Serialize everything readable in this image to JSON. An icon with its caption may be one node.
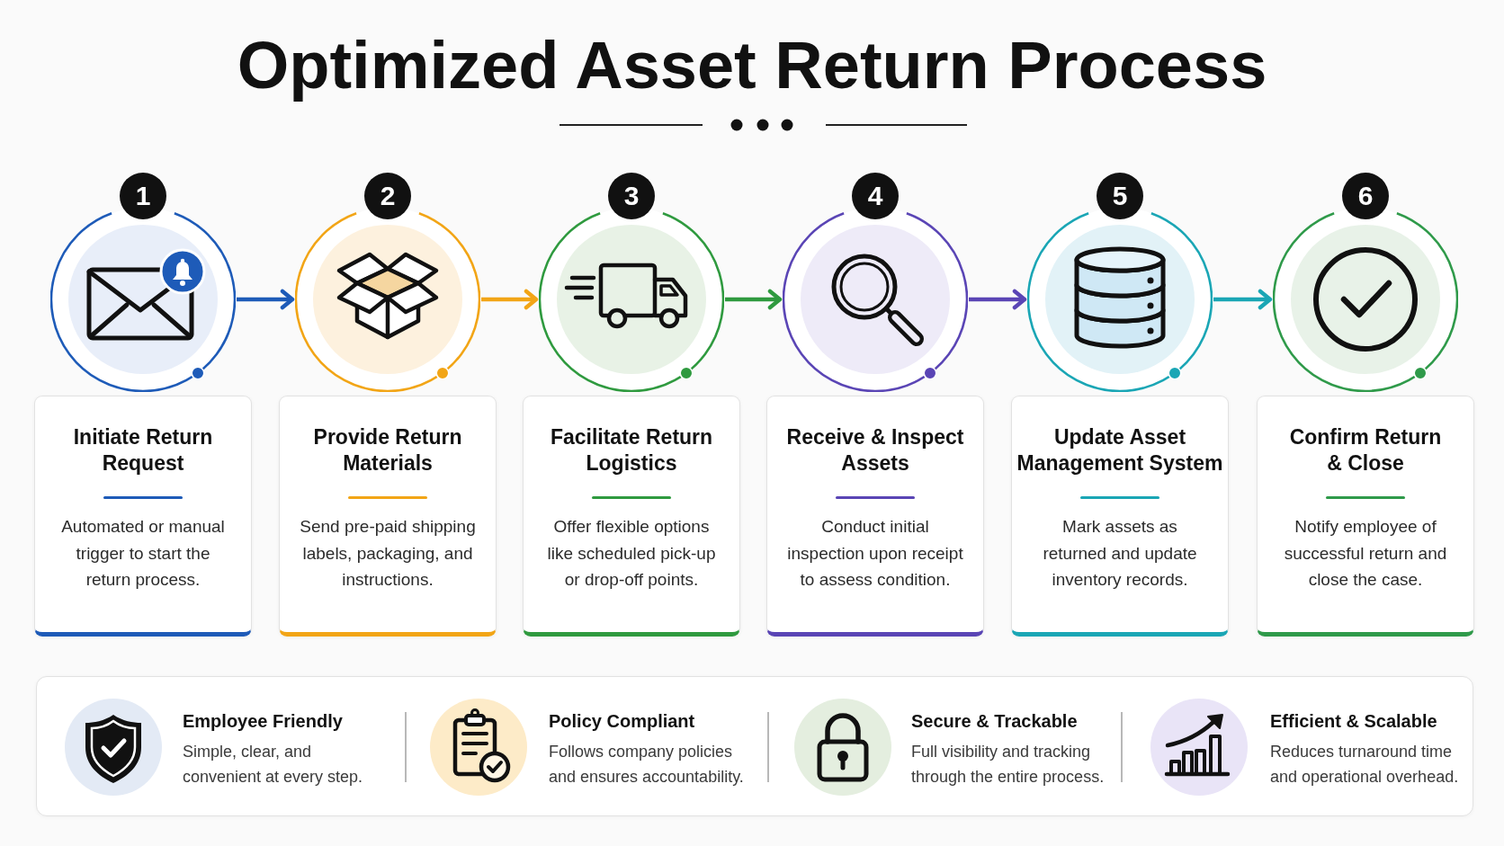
{
  "diagram": {
    "title": "Optimized Asset Return Process",
    "nodes": [
      {
        "text": [
          "1"
        ]
      },
      {
        "text": [
          "Initiate Return Request",
          "Automated or manual trigger to start the return process."
        ]
      },
      {
        "text": [
          "2"
        ]
      },
      {
        "text": [
          "Provide Return Materials",
          "Send pre-paid shipping labels, packaging, and instructions."
        ]
      },
      {
        "text": [
          "3"
        ]
      },
      {
        "text": [
          "Facilitate Return Logistics",
          "Offer flexible options like scheduled pick-up or drop-off points."
        ]
      },
      {
        "text": [
          "4"
        ]
      },
      {
        "text": [
          "Receive & Inspect Assets",
          "Conduct initial inspection upon receipt to assess condition."
        ]
      },
      {
        "text": [
          "5"
        ]
      },
      {
        "text": [
          "Update Asset Management System",
          "Mark assets as returned and update inventory records."
        ]
      },
      {
        "text": [
          "6"
        ]
      },
      {
        "text": [
          "Confirm Return & Close",
          "Notify employee of successful return and close the case."
        ]
      },
      {
        "text": [
          "Employee Friendly",
          "Simple, clear, and convenient at every step.",
          "Policy Compliant",
          "Follows company policies and ensures accountability.",
          "Secure & Trackable",
          "Full visibility and tracking through the entire process.",
          "Efficient & Scalable",
          "Reduces turnaround time and operational overhead."
        ]
      }
    ],
    "edges": [
      {
        "from": 0,
        "to": 2,
        "arrow": "to",
        "color": "#1e5bb8"
      },
      {
        "from": 2,
        "to": 4,
        "arrow": "to",
        "color": "#f2a516"
      },
      {
        "from": 4,
        "to": 6,
        "arrow": "to",
        "color": "#2f9a3f"
      },
      {
        "from": 6,
        "to": 8,
        "arrow": "to",
        "color": "#5a45b5"
      },
      {
        "from": 8,
        "to": 10,
        "arrow": "to",
        "color": "#1aa6b5"
      }
    ]
  }
}
